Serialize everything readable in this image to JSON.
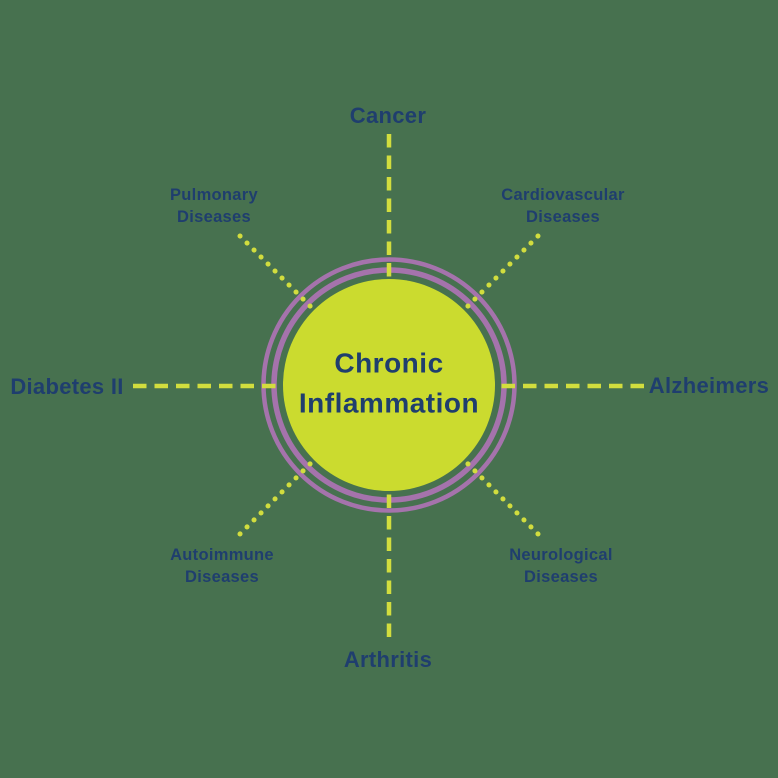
{
  "diagram": {
    "title": "Chronic Inflammation spoke diagram",
    "center": {
      "label": "Chronic Inflammation"
    },
    "spokes": [
      {
        "label": "Cancer",
        "position": "top",
        "connector": "dashed"
      },
      {
        "label": "Cardiovascular Diseases",
        "position": "top-right",
        "connector": "dotted"
      },
      {
        "label": "Alzheimers",
        "position": "right",
        "connector": "dashed"
      },
      {
        "label": "Neurological Diseases",
        "position": "bottom-right",
        "connector": "dotted"
      },
      {
        "label": "Arthritis",
        "position": "bottom",
        "connector": "dashed"
      },
      {
        "label": "Autoimmune Diseases",
        "position": "bottom-left",
        "connector": "dotted"
      },
      {
        "label": "Diabetes II",
        "position": "left",
        "connector": "dashed"
      },
      {
        "label": "Pulmonary Diseases",
        "position": "top-left",
        "connector": "dotted"
      }
    ],
    "colors": {
      "background": "#47714F",
      "circle_fill": "#CBDB2F",
      "ring_stroke": "#A573AC",
      "connector": "#D2DD3E",
      "text": "#1F3E6E"
    }
  }
}
